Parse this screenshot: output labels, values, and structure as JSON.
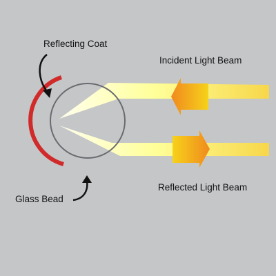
{
  "labels": {
    "reflecting_coat": "Reflecting Coat",
    "incident_beam": "Incident Light Beam",
    "glass_bead": "Glass Bead",
    "reflected_beam": "Reflected Light Beam"
  },
  "colors": {
    "background": "#c5c6c8",
    "bead_outline": "#6a6b70",
    "coat": "#d12a2a",
    "beam_light": "#ffff9a",
    "beam_mid": "#f7d74a",
    "arrow_orange": "#f08a1e",
    "arrow_yellow": "#f6d21a",
    "leader_line": "#111111"
  },
  "icons": {
    "incident_arrow": "arrow-left-icon",
    "reflected_arrow": "arrow-right-icon"
  }
}
